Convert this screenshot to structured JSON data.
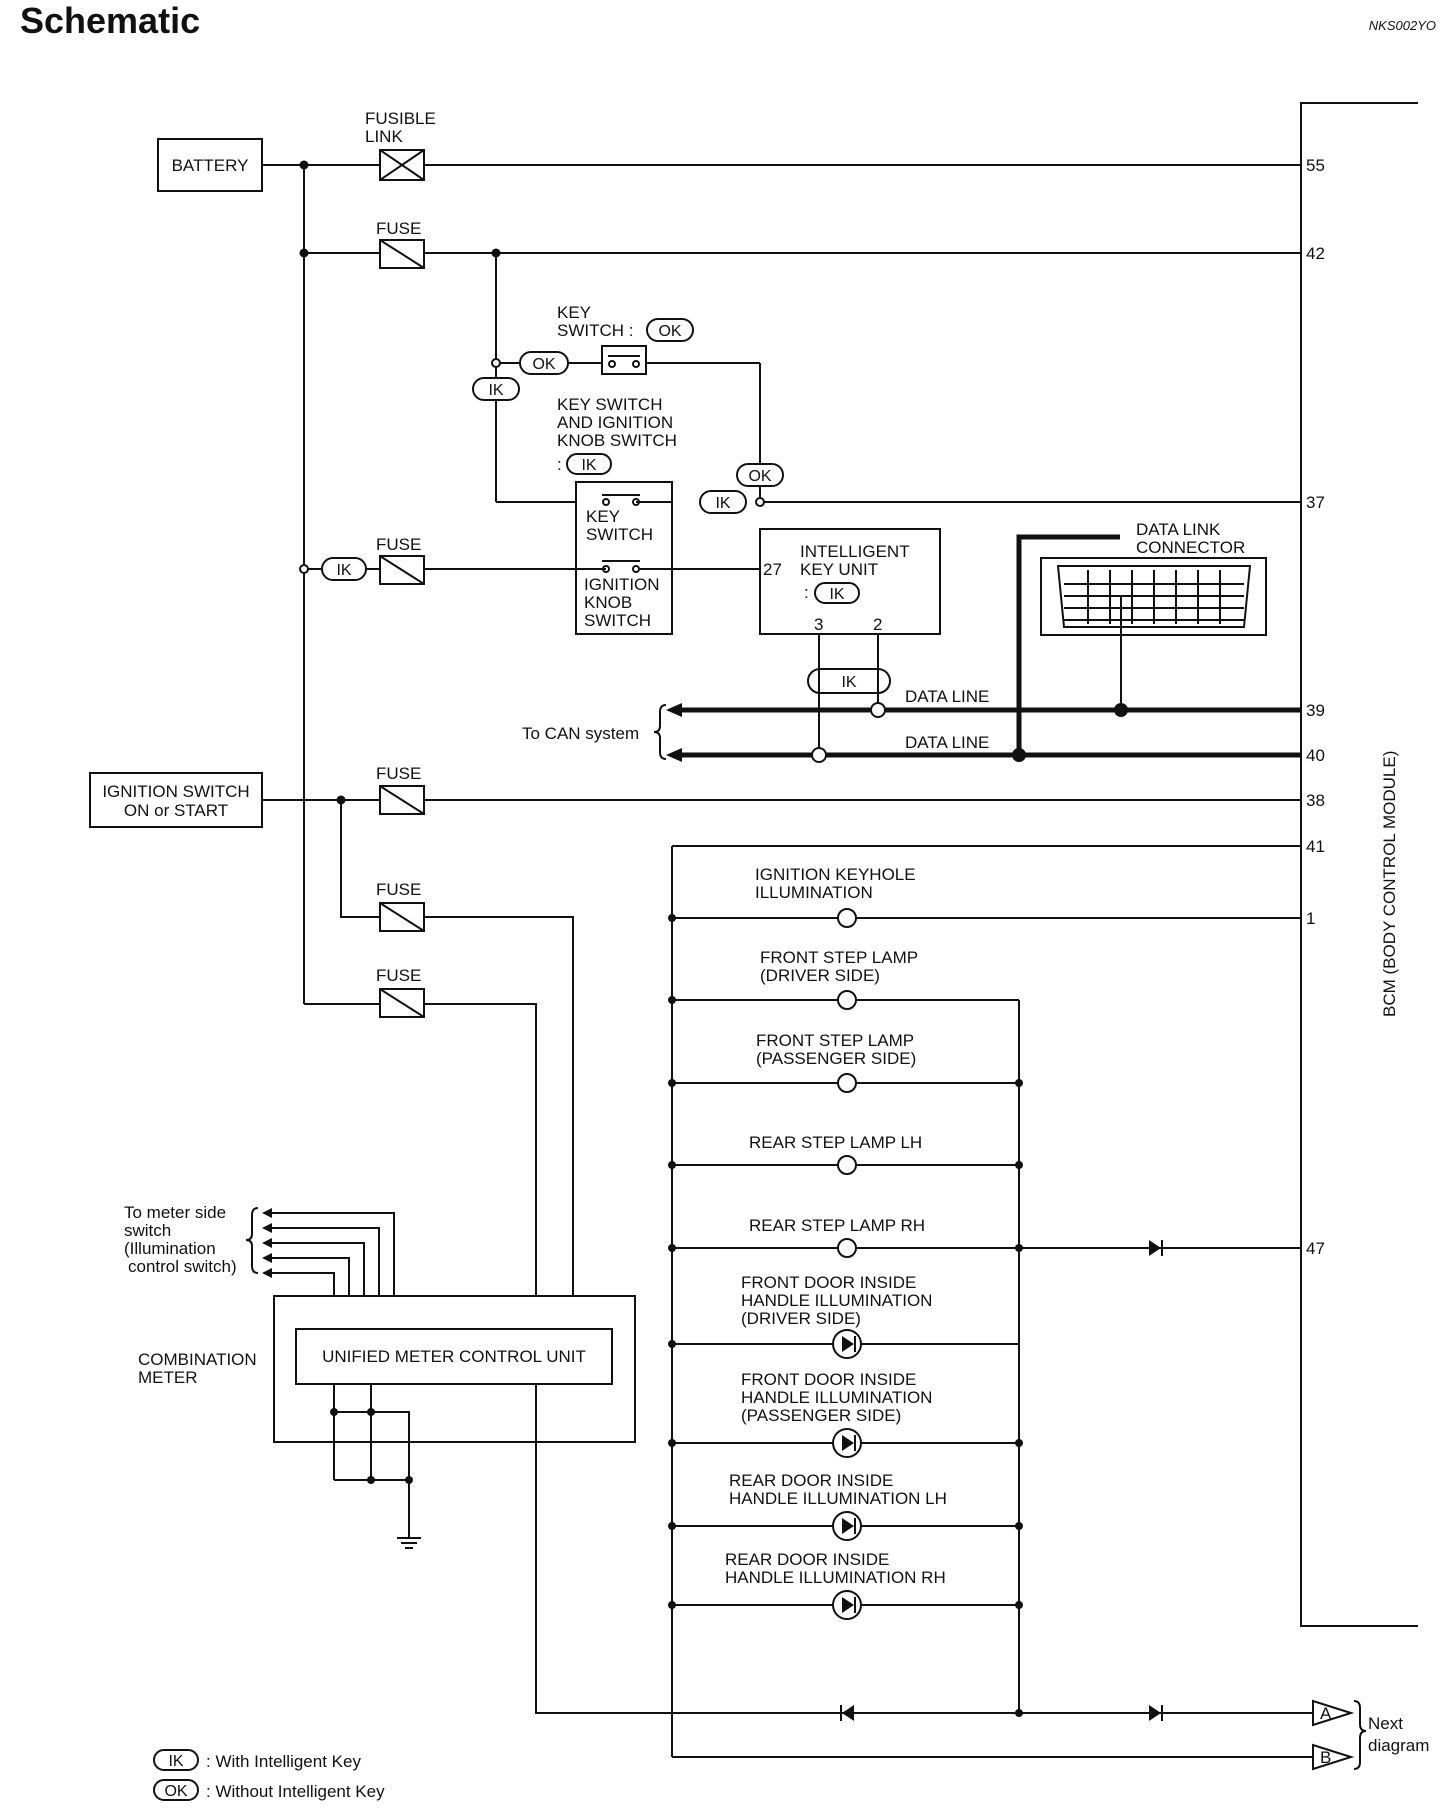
{
  "header": {
    "title": "Schematic",
    "code": "NKS002YO"
  },
  "labels": {
    "battery": "BATTERY",
    "fusible_link": [
      "FUSIBLE",
      "LINK"
    ],
    "fuse": "FUSE",
    "key_switch_ok": [
      "KEY",
      "SWITCH :"
    ],
    "key_switch_ik": [
      "KEY SWITCH",
      "AND IGNITION",
      "KNOB SWITCH",
      ":"
    ],
    "key_switch_inner": [
      "KEY",
      "SWITCH"
    ],
    "ignition_knob_switch": [
      "IGNITION",
      "KNOB",
      "SWITCH"
    ],
    "intelligent_key_unit": [
      "INTELLIGENT",
      "KEY UNIT",
      ":"
    ],
    "data_link_connector": [
      "DATA LINK",
      "CONNECTOR"
    ],
    "data_line": "DATA LINE",
    "to_can": "To CAN system",
    "ignition_switch": [
      "IGNITION SWITCH",
      "ON or START"
    ],
    "bcm": "BCM (BODY CONTROL MODULE)",
    "ignition_keyhole": [
      "IGNITION KEYHOLE",
      "ILLUMINATION"
    ],
    "front_step_driver": [
      "FRONT STEP LAMP",
      "(DRIVER SIDE)"
    ],
    "front_step_passenger": [
      "FRONT STEP LAMP",
      "(PASSENGER SIDE)"
    ],
    "rear_step_lh": "REAR STEP LAMP LH",
    "rear_step_rh": "REAR STEP LAMP RH",
    "front_door_driver": [
      "FRONT DOOR INSIDE",
      "HANDLE ILLUMINATION",
      "(DRIVER SIDE)"
    ],
    "front_door_passenger": [
      "FRONT DOOR INSIDE",
      "HANDLE ILLUMINATION",
      "(PASSENGER SIDE)"
    ],
    "rear_door_lh": [
      "REAR DOOR INSIDE",
      "HANDLE ILLUMINATION LH"
    ],
    "rear_door_rh": [
      "REAR DOOR INSIDE",
      "HANDLE ILLUMINATION RH"
    ],
    "meter_side_switch": [
      "To meter side",
      "switch",
      "(Illumination",
      "control switch)"
    ],
    "combination_meter": [
      "COMBINATION",
      "METER"
    ],
    "unified_meter": "UNIFIED METER CONTROL UNIT",
    "next_diagram": [
      "Next",
      "diagram"
    ],
    "arrow_a": "A",
    "arrow_b": "B"
  },
  "tags": {
    "ik": "IK",
    "ok": "OK"
  },
  "pins": {
    "p55": "55",
    "p42": "42",
    "p37": "37",
    "p39": "39",
    "p40": "40",
    "p38": "38",
    "p41": "41",
    "p1": "1",
    "p47": "47",
    "p27": "27",
    "p3": "3",
    "p2": "2"
  },
  "legend": [
    {
      "tag": "IK",
      "text": ": With Intelligent Key"
    },
    {
      "tag": "OK",
      "text": ": Without Intelligent Key"
    }
  ]
}
